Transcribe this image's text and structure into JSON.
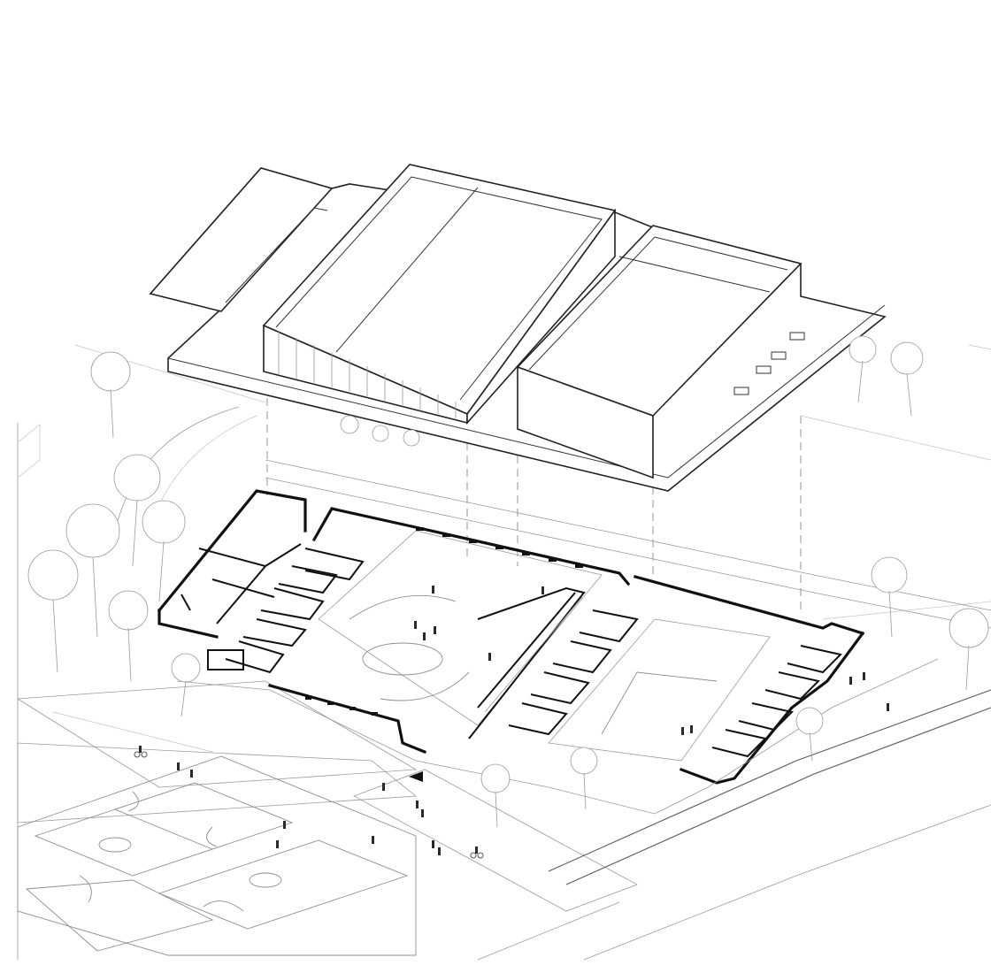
{
  "figure": {
    "kind": "exploded axonometric architectural drawing",
    "colors": {
      "background": "#ffffff",
      "primary_line": "#111111",
      "secondary_line": "#9a9a9a",
      "faint_line": "#c4c4c4"
    },
    "layers": [
      "roof-plan",
      "ground-floor-plan",
      "site-context"
    ],
    "icons": [
      "entrance-arrow-icon",
      "person-icon",
      "tree-icon",
      "bicycle-icon"
    ]
  }
}
